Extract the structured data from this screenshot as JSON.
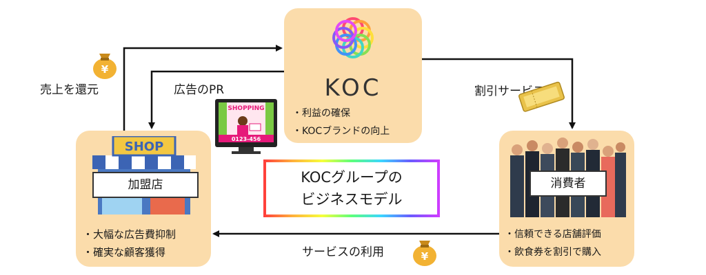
{
  "title_line1": "KOCグループの",
  "title_line2": "ビジネスモデル",
  "koc": {
    "name": "KOC",
    "bullets": [
      "利益の確保",
      "KOCブランドの向上"
    ]
  },
  "shop": {
    "sign": "SHOP",
    "label": "加盟店",
    "bullets": [
      "大幅な広告費抑制",
      "確実な顧客獲得"
    ]
  },
  "consumer": {
    "label": "消費者",
    "bullets": [
      "信頼できる店舗評価",
      "飲食券を割引で購入"
    ]
  },
  "edges": {
    "revenue_return": "売上を還元",
    "ad_pr": "広告のPR",
    "discount_service": "割引サービス",
    "service_use": "サービスの利用"
  },
  "monitor": {
    "top_text": "SHOPPING",
    "bottom_text": "0123-456"
  },
  "money_symbol": "¥",
  "colors": {
    "box_fill": "#fbdcab",
    "arrow": "#111111"
  }
}
